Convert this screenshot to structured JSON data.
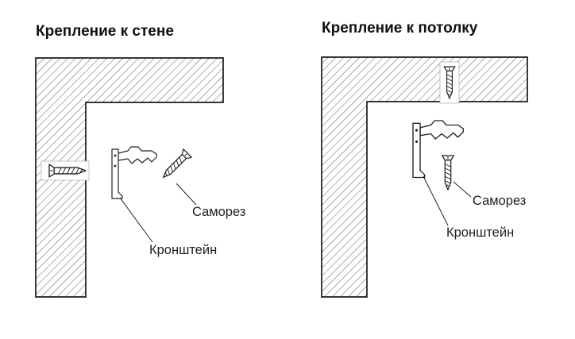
{
  "colors": {
    "background": "#ffffff",
    "line": "#1a1a1a",
    "hatch": "#4a4a4a",
    "label_text": "#1f1f1f"
  },
  "diagrams": {
    "wall": {
      "title": "Крепление к стене",
      "labels": {
        "screw": "Саморез",
        "bracket": "Кронштейн"
      }
    },
    "ceiling": {
      "title": "Крепление к потолку",
      "labels": {
        "screw": "Саморез",
        "bracket": "Кронштейн"
      }
    }
  }
}
